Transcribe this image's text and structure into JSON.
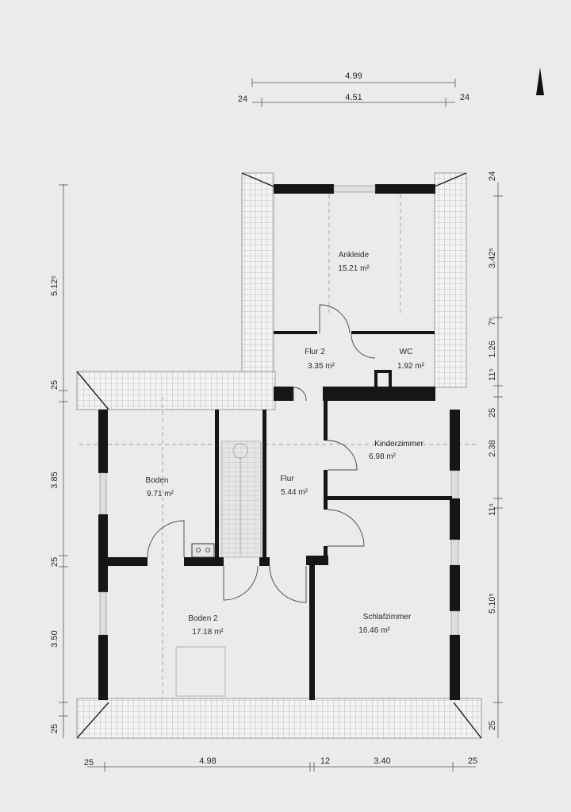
{
  "dimensions": {
    "top_overall": "4.99",
    "top_inner": "4.51",
    "top_left_wall": "24",
    "top_right_wall": "24",
    "bottom_left_wall": "25",
    "bottom_boden": "4.98",
    "bottom_mid_wall": "12",
    "bottom_schlaf": "3.40",
    "bottom_right_wall": "25",
    "left_upper": "5.12⁵",
    "left_wall_1": "25",
    "left_boden": "3.85",
    "left_wall_2": "25",
    "left_boden2": "3.50",
    "left_wall_3": "25",
    "right_top_wall": "24",
    "right_ankleide": "3.42⁵",
    "right_small_1": "7⁵",
    "right_wc": "1.26",
    "right_small_2": "11⁵",
    "right_wall_mid": "25",
    "right_kinder": "2.38",
    "right_small_3": "11⁵",
    "right_schlaf": "5.10⁵",
    "right_bottom_wall": "25"
  },
  "rooms": {
    "ankleide": {
      "name": "Ankleide",
      "area": "15.21 m²"
    },
    "flur2": {
      "name": "Flur 2",
      "area": "3.35 m²"
    },
    "wc": {
      "name": "WC",
      "area": "1.92 m²"
    },
    "kinderzimmer": {
      "name": "Kinderzimmer",
      "area": "6.98 m²"
    },
    "boden": {
      "name": "Boden",
      "area": "9.71 m²"
    },
    "flur": {
      "name": "Flur",
      "area": "5.44 m²"
    },
    "boden2": {
      "name": "Boden 2",
      "area": "17.18 m²"
    },
    "schlafzimmer": {
      "name": "Schlafzimmer",
      "area": "16.46 m²"
    }
  },
  "icons": {
    "north": "north-arrow-icon",
    "stairs": "staircase-icon"
  }
}
